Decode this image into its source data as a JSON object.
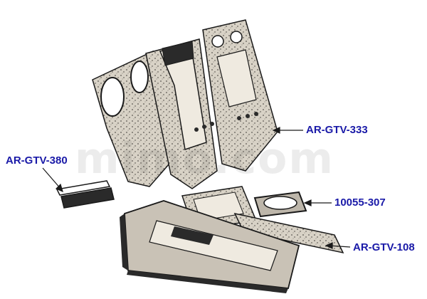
{
  "labels": {
    "part_333": "AR-GTV-333",
    "part_380": "AR-GTV-380",
    "part_307": "10055-307",
    "part_108": "AR-GTV-108"
  },
  "watermark": "mimo.com",
  "colors": {
    "label": "#1a1aa8",
    "ink": "#1a1a1a",
    "fill": "#c9c2b6",
    "background": "#ffffff"
  }
}
